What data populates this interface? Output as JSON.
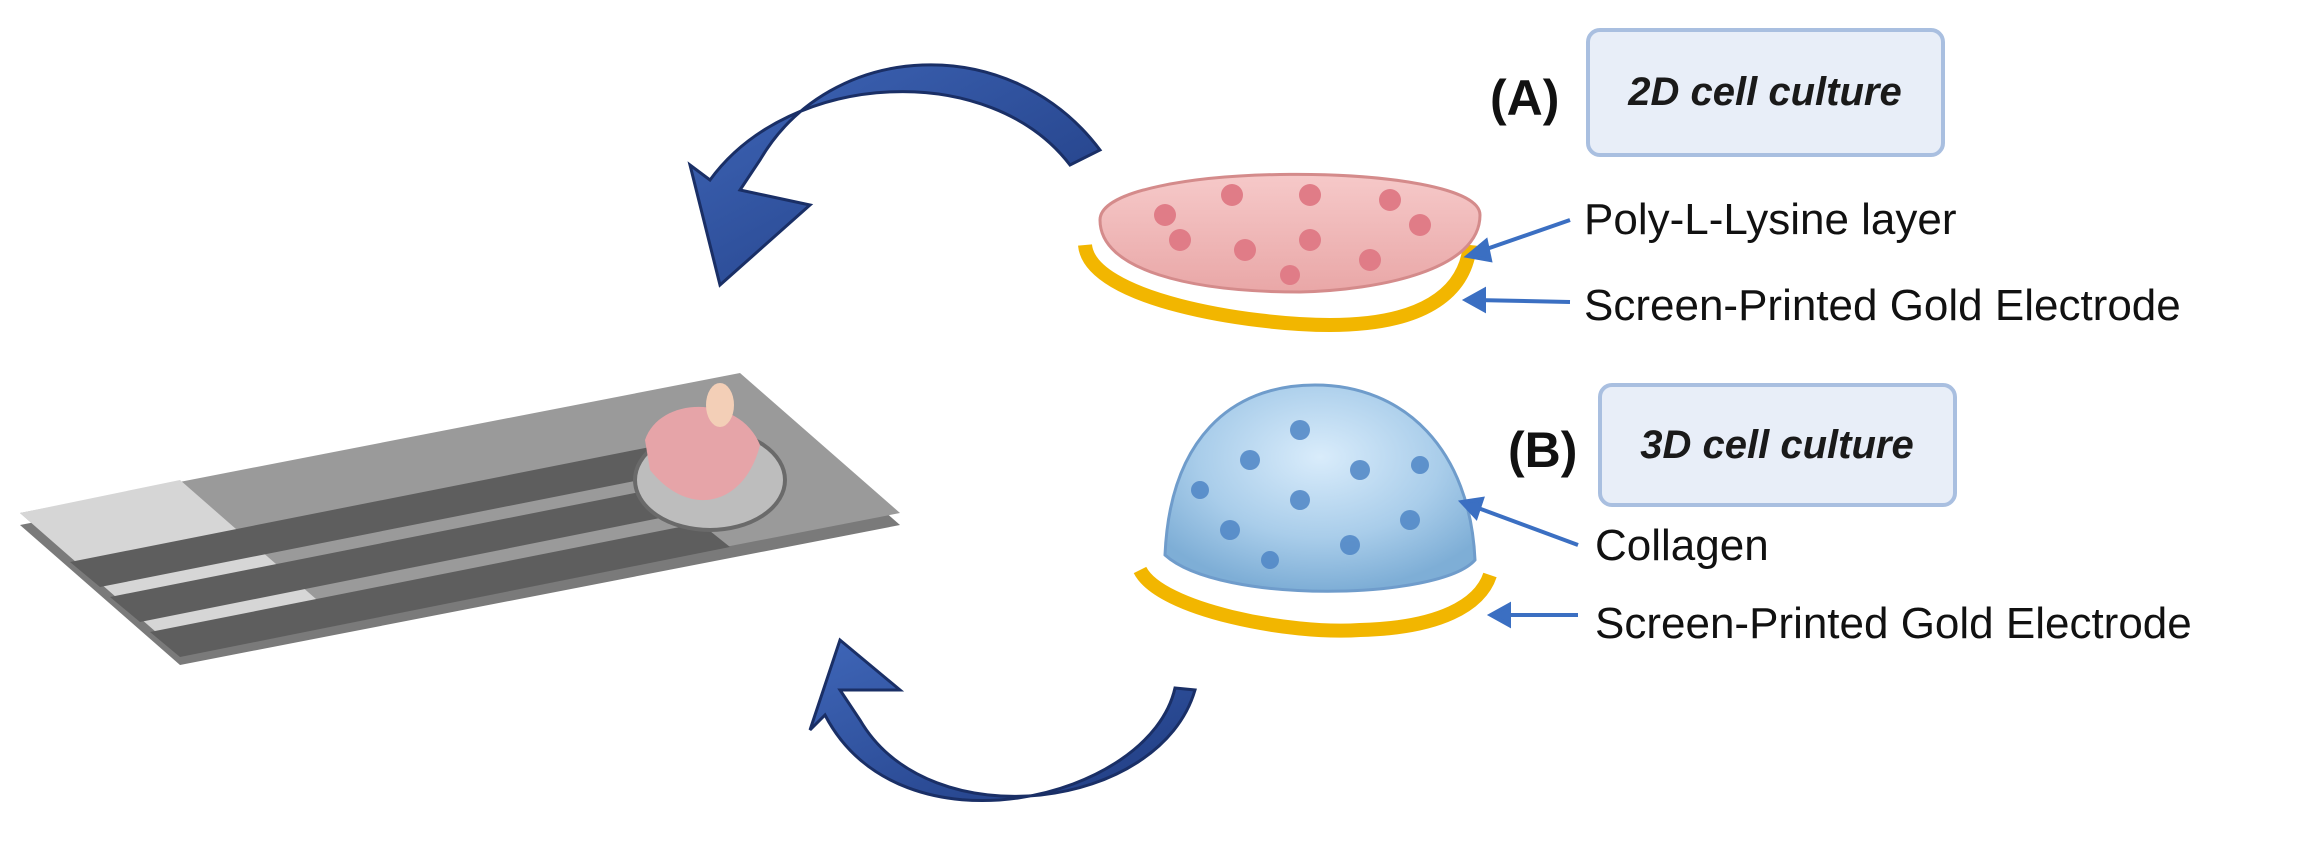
{
  "panel_a": {
    "letter": "(A)",
    "title": "2D cell culture",
    "label_layer": "Poly-L-Lysine layer",
    "label_electrode": "Screen-Printed Gold Electrode"
  },
  "panel_b": {
    "letter": "(B)",
    "title": "3D cell culture",
    "label_layer": "Collagen",
    "label_electrode": "Screen-Printed Gold Electrode"
  },
  "colors": {
    "arrow_blue": "#2f4f9f",
    "gold": "#f2b600",
    "title_box_fill": "#e8eef8",
    "title_box_stroke": "#a9bfe0",
    "pointer_blue": "#3b6fc2",
    "chip_gray": "#8f8f8f"
  },
  "icons": [
    "curved-arrow-icon",
    "electrode-chip-icon",
    "cell-layer-icon",
    "collagen-dome-icon"
  ]
}
